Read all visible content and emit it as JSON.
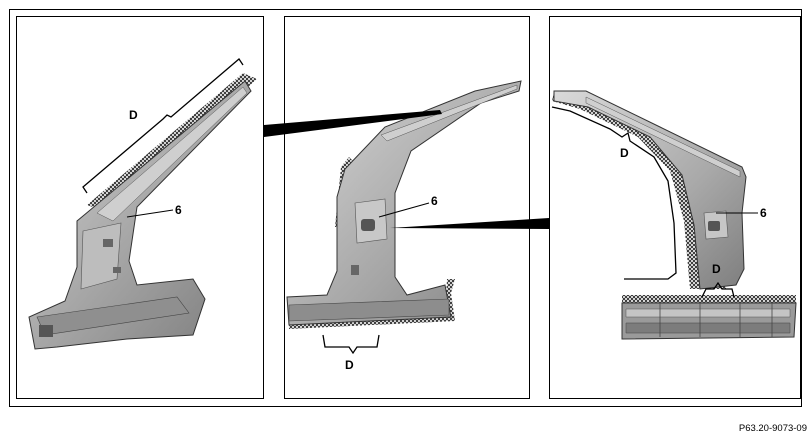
{
  "panels": [
    {
      "name": "left-view",
      "labels": {
        "zone": "D",
        "part": "6"
      }
    },
    {
      "name": "center-view",
      "labels": {
        "zone": "D",
        "part": "6"
      }
    },
    {
      "name": "right-view",
      "labels": {
        "zone": "D",
        "part": "6"
      }
    }
  ],
  "reference_code": "P63.20-9073-09",
  "colors": {
    "part_fill": "#a9a9a9",
    "part_light": "#d2d2d2",
    "part_dark": "#6e6e6e",
    "outline": "#333333",
    "hatch": "#222222",
    "connector": "#000000"
  }
}
